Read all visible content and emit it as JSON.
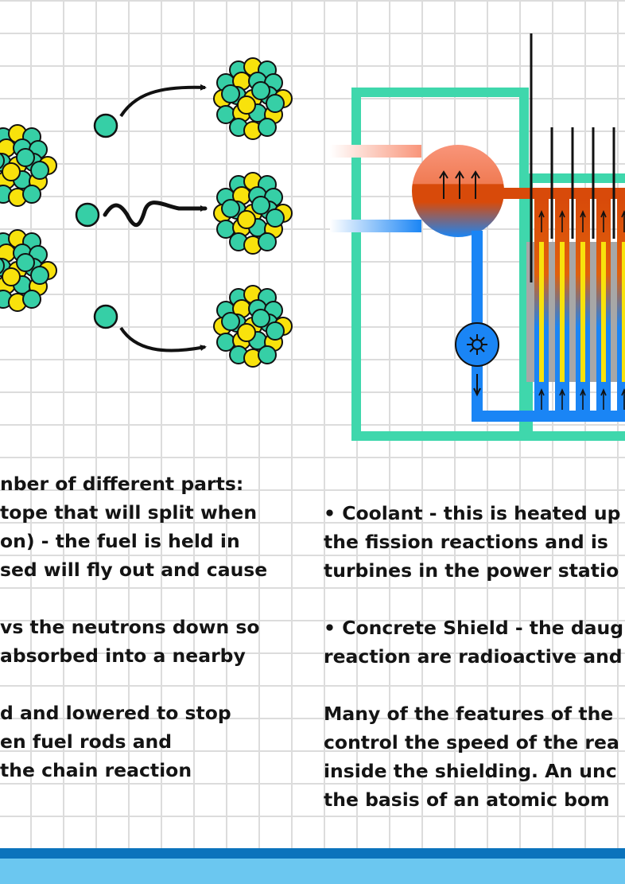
{
  "left_text": {
    "line1": "nber of different parts:",
    "line2": "tope that will split when",
    "line3": "on) - the fuel is held in",
    "line4": "sed will fly out and cause",
    "line5": "vs the neutrons down so",
    "line6": "absorbed into a nearby",
    "line7": "d and lowered to stop",
    "line8": "en fuel rods and",
    "line9": "the chain reaction"
  },
  "right_text": {
    "line1": "• Coolant - this is heated up",
    "line2": "the fission reactions and is",
    "line3": "turbines in the power statio",
    "line4": "• Concrete Shield - the daug",
    "line5": "reaction are radioactive and",
    "line6": "Many of the features of the",
    "line7": "control the speed of the rea",
    "line8": "inside the shielding. An unc",
    "line9": "the basis of an atomic bom"
  },
  "colors": {
    "neutron": "#36cfa6",
    "uranium": "#f8e20c",
    "hot_coolant": "#e24f0e",
    "cold_coolant": "#1a85f5",
    "shield": "#3fd7ac",
    "moderator": "#a7a7a7",
    "footer_dark": "#0b73bc",
    "footer_light": "#6bc7f0"
  },
  "icons": [
    "neutron-ball",
    "uranium-nucleus",
    "arrow",
    "pump-icon",
    "heat-arrow"
  ]
}
